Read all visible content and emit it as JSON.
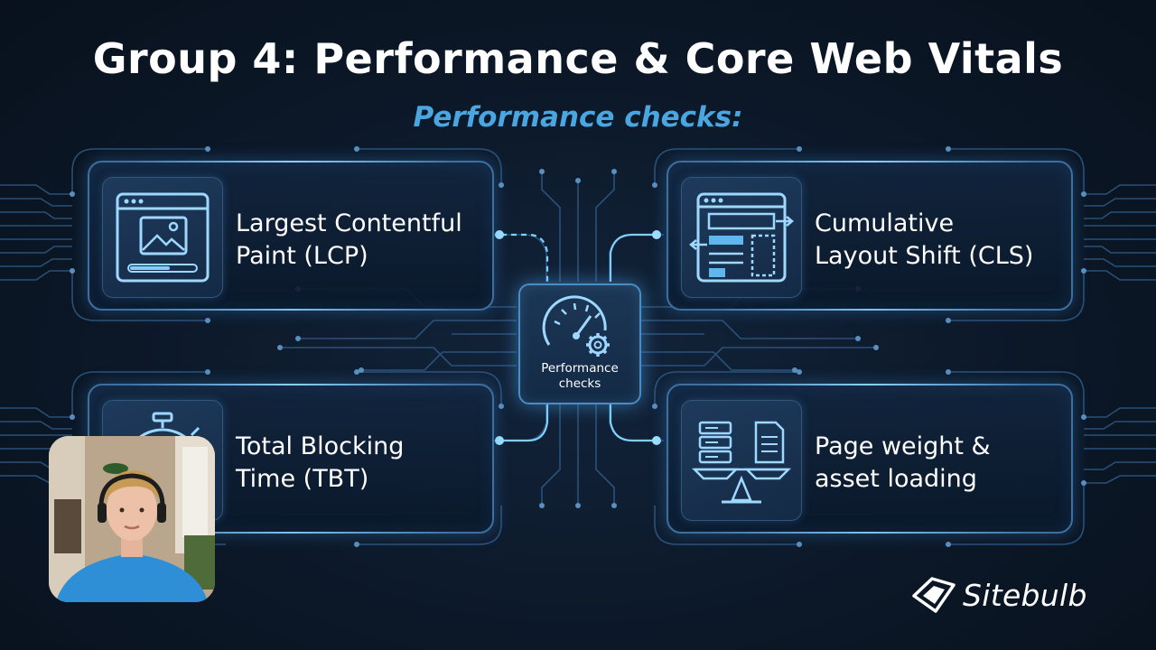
{
  "slide": {
    "title": "Group 4: Performance & Core Web Vitals",
    "subtitle": "Performance checks:"
  },
  "cards": {
    "lcp": {
      "line1": "Largest Contentful",
      "line2": "Paint (LCP)",
      "icon": "browser-image-loading-icon"
    },
    "cls": {
      "line1": "Cumulative",
      "line2": "Layout Shift (CLS)",
      "icon": "layout-shift-icon"
    },
    "tbt": {
      "line1": "Total Blocking",
      "line2": "Time (TBT)",
      "icon": "stopwatch-icon"
    },
    "pw": {
      "line1": "Page weight &",
      "line2": "asset loading",
      "icon": "scale-server-document-icon"
    }
  },
  "chip": {
    "line1": "Performance",
    "line2": "checks",
    "icon": "speedometer-gear-icon"
  },
  "brand": {
    "name": "Sitebulb",
    "icon": "sitebulb-logo-icon"
  },
  "webcam": {
    "icon": "presenter-webcam"
  },
  "colors": {
    "background": "#0b1626",
    "accent": "#4aa6e0",
    "circuit": "#3d6fa0",
    "glow": "#7fd0ff"
  }
}
